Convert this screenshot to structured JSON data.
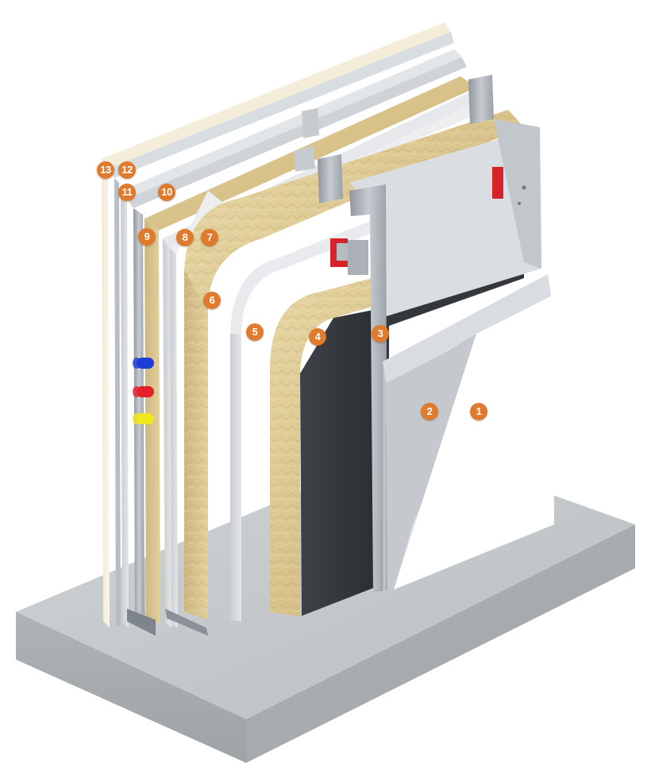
{
  "theme": {
    "badge_color": "#E07B2E",
    "badge_text_color": "#FFFFFF"
  },
  "labels": {
    "l1": "1",
    "l2": "2",
    "l3": "3",
    "l4": "4",
    "l5": "5",
    "l6": "6",
    "l7": "7",
    "l8": "8",
    "l9": "9",
    "l10": "10",
    "l11": "11",
    "l12": "12",
    "l13": "13"
  },
  "icons": {
    "pipes": [
      "blue-pipe-icon",
      "red-pipe-icon",
      "yellow-pipe-icon"
    ],
    "pipe_colors": [
      "#1B3FD6",
      "#E3202A",
      "#F2E61C"
    ]
  }
}
